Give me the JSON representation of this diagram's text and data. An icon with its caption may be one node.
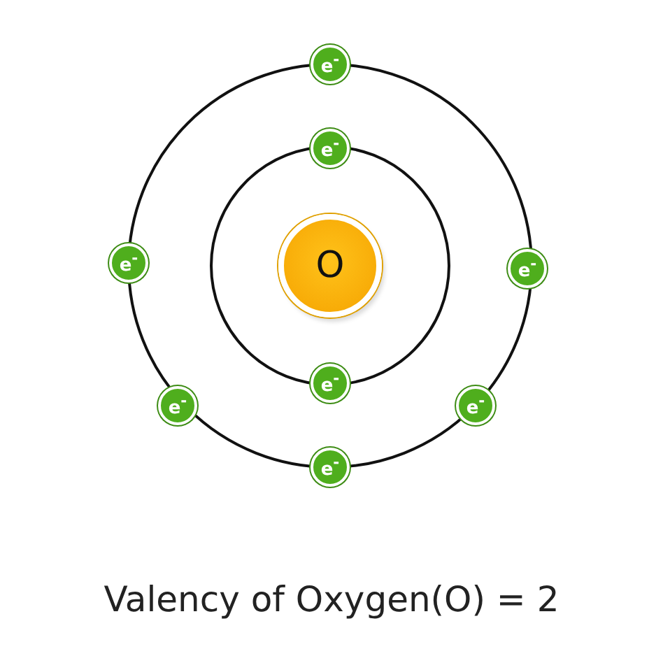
{
  "diagram": {
    "caption": "Valency of Oxygen(O) = 2",
    "nodes": [
      {
        "text": [
          "e$^{-}$"
        ]
      },
      {
        "text": [
          "e$^{-}$"
        ]
      },
      {
        "text": [
          "e$^{-}$"
        ]
      },
      {
        "text": [
          "O"
        ]
      },
      {
        "text": [
          "e$^{-}$"
        ]
      },
      {
        "text": [
          "e$^{-}$"
        ]
      },
      {
        "text": [
          "e$^{-}$"
        ]
      },
      {
        "text": [
          "e$^{-}$"
        ]
      },
      {
        "text": [
          "e$^{-}$"
        ]
      }
    ],
    "edges": []
  }
}
